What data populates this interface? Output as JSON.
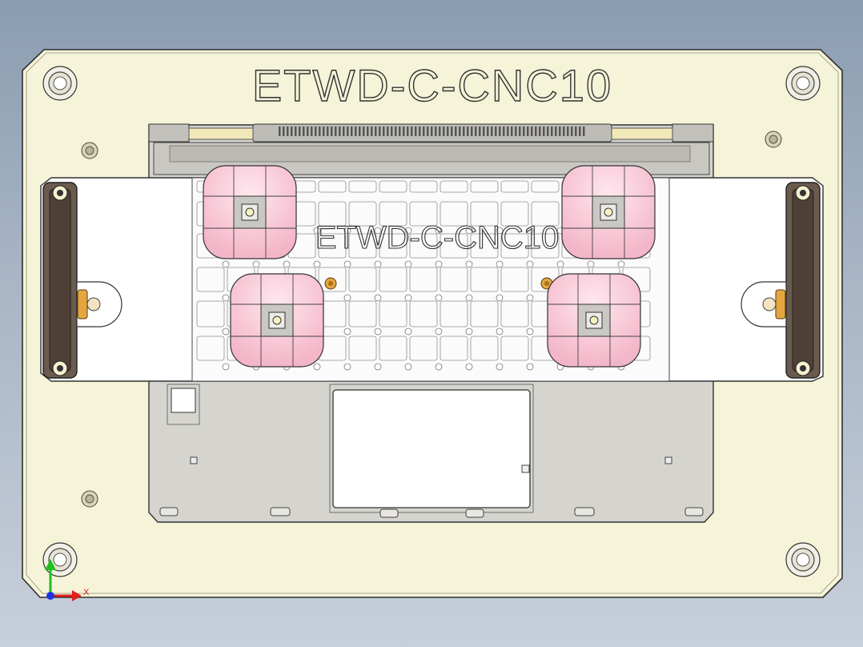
{
  "viewport": {
    "background_top": "#8b9db1",
    "background_bottom": "#c7cfda"
  },
  "fixture": {
    "plate_label": "ETWD-C-CNC10",
    "clamp_label": "ETWD-C-CNC10",
    "colors": {
      "plate": "#f5f3d8",
      "clamp_bar": "#ffffff",
      "clamp_rail": "#6b5a4e",
      "pad_pink": "#f7c6d6",
      "pin_gold": "#e3a640",
      "part_grey": "#d5d4cf"
    }
  },
  "triad": {
    "x_label": "X",
    "x_color": "#e0201a",
    "y_color": "#1fbf1f",
    "z_color": "#1a35e0"
  }
}
